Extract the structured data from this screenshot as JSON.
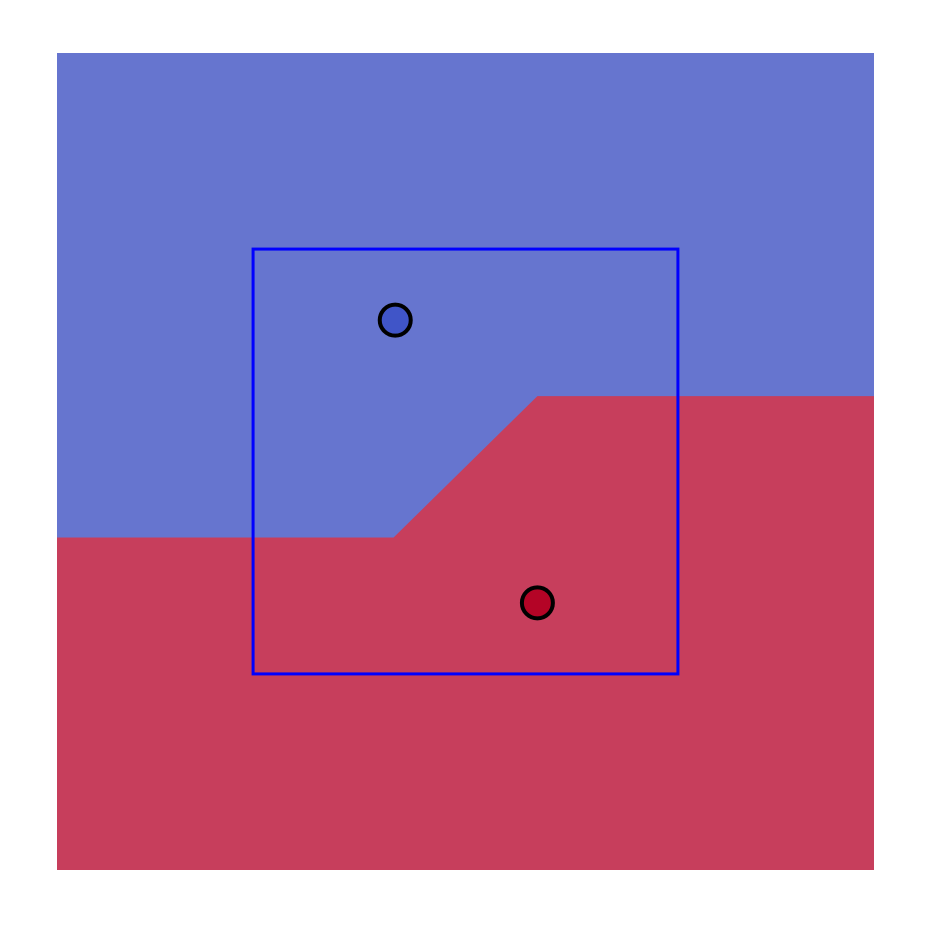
{
  "colors": {
    "class_a_region": "#6675cf",
    "class_b_region": "#c73e5c",
    "class_a_point": "#4055c8",
    "class_b_point": "#b40426",
    "point_outline": "#000000",
    "box_outline": "#0000ff",
    "background": "#ffffff"
  },
  "chart_data": {
    "type": "scatter",
    "xlim": [
      0,
      1
    ],
    "ylim": [
      0,
      1
    ],
    "grid": false,
    "decision_boundary": [
      {
        "x": 0.0,
        "y": 0.407
      },
      {
        "x": 0.412,
        "y": 0.407
      },
      {
        "x": 0.588,
        "y": 0.58
      },
      {
        "x": 1.0,
        "y": 0.58
      }
    ],
    "window": {
      "x_min": 0.24,
      "x_max": 0.76,
      "y_min": 0.24,
      "y_max": 0.76
    },
    "points": [
      {
        "class": "class_a",
        "x": 0.414,
        "y": 0.673
      },
      {
        "class": "class_b",
        "x": 0.588,
        "y": 0.327
      }
    ]
  }
}
